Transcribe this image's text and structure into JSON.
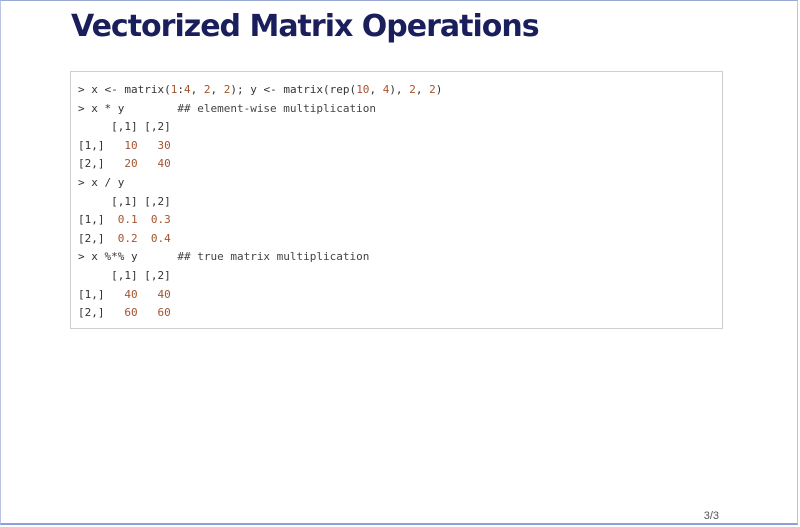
{
  "slide": {
    "title": "Vectorized Matrix Operations",
    "page_number": "3/3"
  },
  "code": {
    "lines": [
      [
        {
          "t": "> x <- matrix("
        },
        {
          "t": "1",
          "c": "num"
        },
        {
          "t": ":"
        },
        {
          "t": "4",
          "c": "num"
        },
        {
          "t": ", "
        },
        {
          "t": "2",
          "c": "num"
        },
        {
          "t": ", "
        },
        {
          "t": "2",
          "c": "num"
        },
        {
          "t": "); y <- matrix(rep("
        },
        {
          "t": "10",
          "c": "num"
        },
        {
          "t": ", "
        },
        {
          "t": "4",
          "c": "num"
        },
        {
          "t": "), "
        },
        {
          "t": "2",
          "c": "num"
        },
        {
          "t": ", "
        },
        {
          "t": "2",
          "c": "num"
        },
        {
          "t": ")"
        }
      ],
      [
        {
          "t": "> x * y        "
        },
        {
          "t": "## element-wise multiplication",
          "c": "comment"
        }
      ],
      [
        {
          "t": "     [,1] [,2]"
        }
      ],
      [
        {
          "t": "[1,]   "
        },
        {
          "t": "10",
          "c": "num"
        },
        {
          "t": "   "
        },
        {
          "t": "30",
          "c": "num"
        }
      ],
      [
        {
          "t": "[2,]   "
        },
        {
          "t": "20",
          "c": "num"
        },
        {
          "t": "   "
        },
        {
          "t": "40",
          "c": "num"
        }
      ],
      [
        {
          "t": "> x / y"
        }
      ],
      [
        {
          "t": "     [,1] [,2]"
        }
      ],
      [
        {
          "t": "[1,]  "
        },
        {
          "t": "0.1",
          "c": "num"
        },
        {
          "t": "  "
        },
        {
          "t": "0.3",
          "c": "num"
        }
      ],
      [
        {
          "t": "[2,]  "
        },
        {
          "t": "0.2",
          "c": "num"
        },
        {
          "t": "  "
        },
        {
          "t": "0.4",
          "c": "num"
        }
      ],
      [
        {
          "t": "> x %*% y      "
        },
        {
          "t": "## true matrix multiplication",
          "c": "comment"
        }
      ],
      [
        {
          "t": "     [,1] [,2]"
        }
      ],
      [
        {
          "t": "[1,]   "
        },
        {
          "t": "40",
          "c": "num"
        },
        {
          "t": "   "
        },
        {
          "t": "40",
          "c": "num"
        }
      ],
      [
        {
          "t": "[2,]   "
        },
        {
          "t": "60",
          "c": "num"
        },
        {
          "t": "   "
        },
        {
          "t": "60",
          "c": "num"
        }
      ]
    ]
  }
}
